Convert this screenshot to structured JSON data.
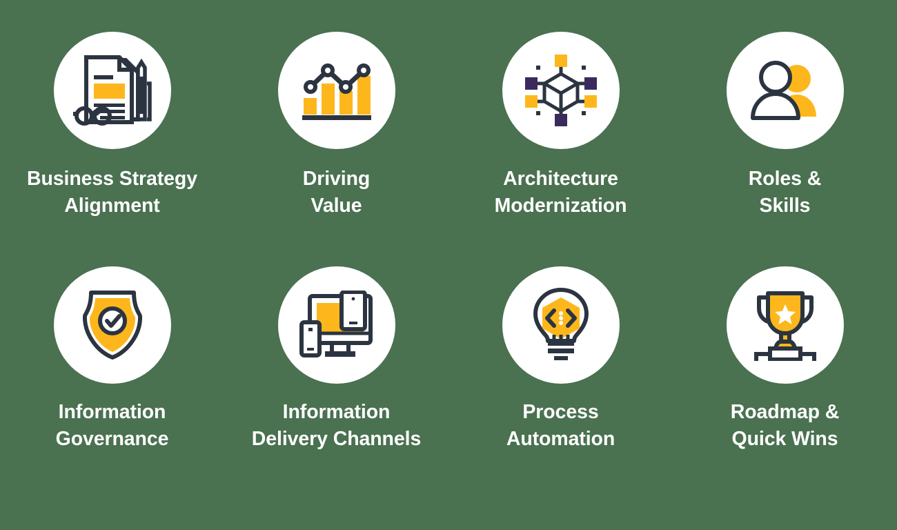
{
  "page": {
    "background_color": "#4a7150",
    "circle_color": "#ffffff",
    "accent_yellow": "#FDB71C",
    "accent_navy": "#2B3440",
    "accent_purple": "#3B2A5E",
    "text_color": "#ffffff"
  },
  "items": [
    {
      "id": "business-strategy-alignment",
      "icon": "document-glasses-pen-icon",
      "label": "Business Strategy\nAlignment",
      "row": 1,
      "column": 1
    },
    {
      "id": "driving-value",
      "icon": "bar-chart-line-graph-icon",
      "label": "Driving\nValue",
      "row": 1,
      "column": 2
    },
    {
      "id": "architecture-modernization",
      "icon": "network-cube-nodes-icon",
      "label": "Architecture\nModernization",
      "row": 1,
      "column": 3
    },
    {
      "id": "roles-skills",
      "icon": "two-people-icon",
      "label": "Roles &\nSkills",
      "row": 1,
      "column": 4
    },
    {
      "id": "information-governance",
      "icon": "shield-check-icon",
      "label": "Information\nGovernance",
      "row": 2,
      "column": 1
    },
    {
      "id": "information-delivery-channels",
      "icon": "monitor-tablet-phone-icon",
      "label": "Information\nDelivery Channels",
      "row": 2,
      "column": 2
    },
    {
      "id": "process-automation",
      "icon": "lightbulb-code-icon",
      "label": "Process\nAutomation",
      "row": 2,
      "column": 3
    },
    {
      "id": "roadmap-quick-wins",
      "icon": "trophy-star-podium-icon",
      "label": "Roadmap &\nQuick Wins",
      "row": 2,
      "column": 4
    }
  ]
}
